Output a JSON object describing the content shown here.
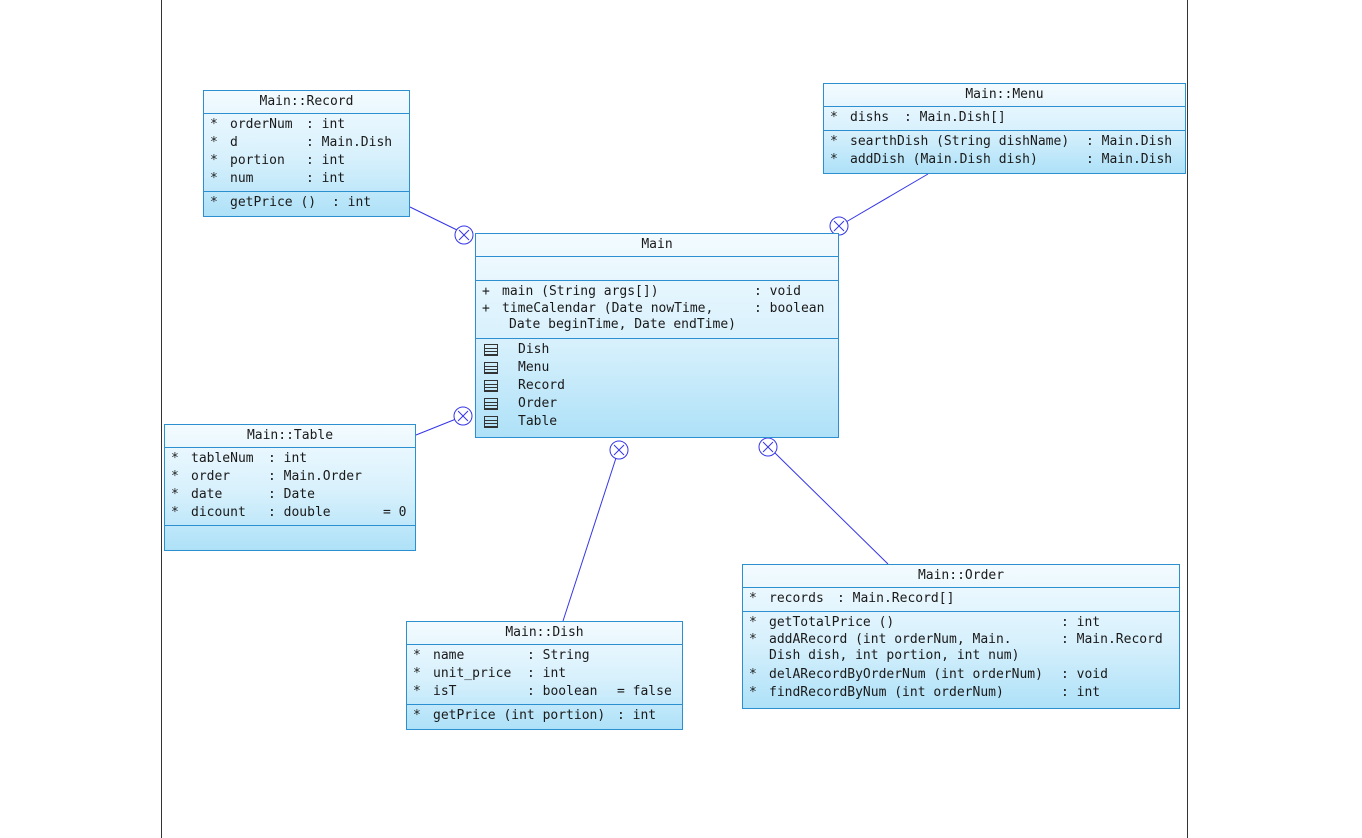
{
  "diagram": {
    "record": {
      "title": "Main::Record",
      "attributes": [
        {
          "vis": "*",
          "name": "orderNum",
          "type": ": int"
        },
        {
          "vis": "*",
          "name": "d",
          "type": ": Main.Dish"
        },
        {
          "vis": "*",
          "name": "portion",
          "type": ": int"
        },
        {
          "vis": "*",
          "name": "num",
          "type": ": int"
        }
      ],
      "operations": [
        {
          "vis": "*",
          "name": "getPrice ()",
          "type": ": int"
        }
      ]
    },
    "menu": {
      "title": "Main::Menu",
      "attributes": [
        {
          "vis": "*",
          "name": "dishs",
          "type": ": Main.Dish[]"
        }
      ],
      "operations": [
        {
          "vis": "*",
          "name": "searthDish (String dishName)",
          "type": ": Main.Dish"
        },
        {
          "vis": "*",
          "name": "addDish (Main.Dish dish)",
          "type": ": Main.Dish"
        }
      ]
    },
    "main": {
      "title": "Main",
      "operations": [
        {
          "vis": "+",
          "name": "main (String args[])",
          "type": ": void"
        },
        {
          "vis": "+",
          "name": "timeCalendar (Date nowTime,",
          "name2": "Date beginTime, Date endTime)",
          "type": ": boolean"
        }
      ],
      "nested": [
        "Dish",
        "Menu",
        "Record",
        "Order",
        "Table"
      ]
    },
    "table": {
      "title": "Main::Table",
      "attributes": [
        {
          "vis": "*",
          "name": "tableNum",
          "type": ": int",
          "init": ""
        },
        {
          "vis": "*",
          "name": "order",
          "type": ": Main.Order",
          "init": ""
        },
        {
          "vis": "*",
          "name": "date",
          "type": ": Date",
          "init": ""
        },
        {
          "vis": "*",
          "name": "dicount",
          "type": ": double",
          "init": "= 0"
        }
      ]
    },
    "dish": {
      "title": "Main::Dish",
      "attributes": [
        {
          "vis": "*",
          "name": "name",
          "type": ": String",
          "init": ""
        },
        {
          "vis": "*",
          "name": "unit_price",
          "type": ": int",
          "init": ""
        },
        {
          "vis": "*",
          "name": "isT",
          "type": ": boolean",
          "init": "= false"
        }
      ],
      "operations": [
        {
          "vis": "*",
          "name": "getPrice (int portion)",
          "type": ": int"
        }
      ]
    },
    "order": {
      "title": "Main::Order",
      "attributes": [
        {
          "vis": "*",
          "name": "records",
          "type": ": Main.Record[]"
        }
      ],
      "operations": [
        {
          "vis": "*",
          "name": "getTotalPrice ()",
          "type": ": int"
        },
        {
          "vis": "*",
          "name": "addARecord (int orderNum, Main.",
          "name2": "Dish dish, int portion, int num)",
          "type": ": Main.Record"
        },
        {
          "vis": "*",
          "name": "delARecordByOrderNum (int orderNum)",
          "type": ": void"
        },
        {
          "vis": "*",
          "name": "findRecordByNum (int orderNum)",
          "type": ": int"
        }
      ]
    }
  },
  "colors": {
    "border": "#2b8fd0",
    "connector": "#3535e8",
    "fill_top": "#f3fbff",
    "fill_bottom": "#aee1f8"
  }
}
